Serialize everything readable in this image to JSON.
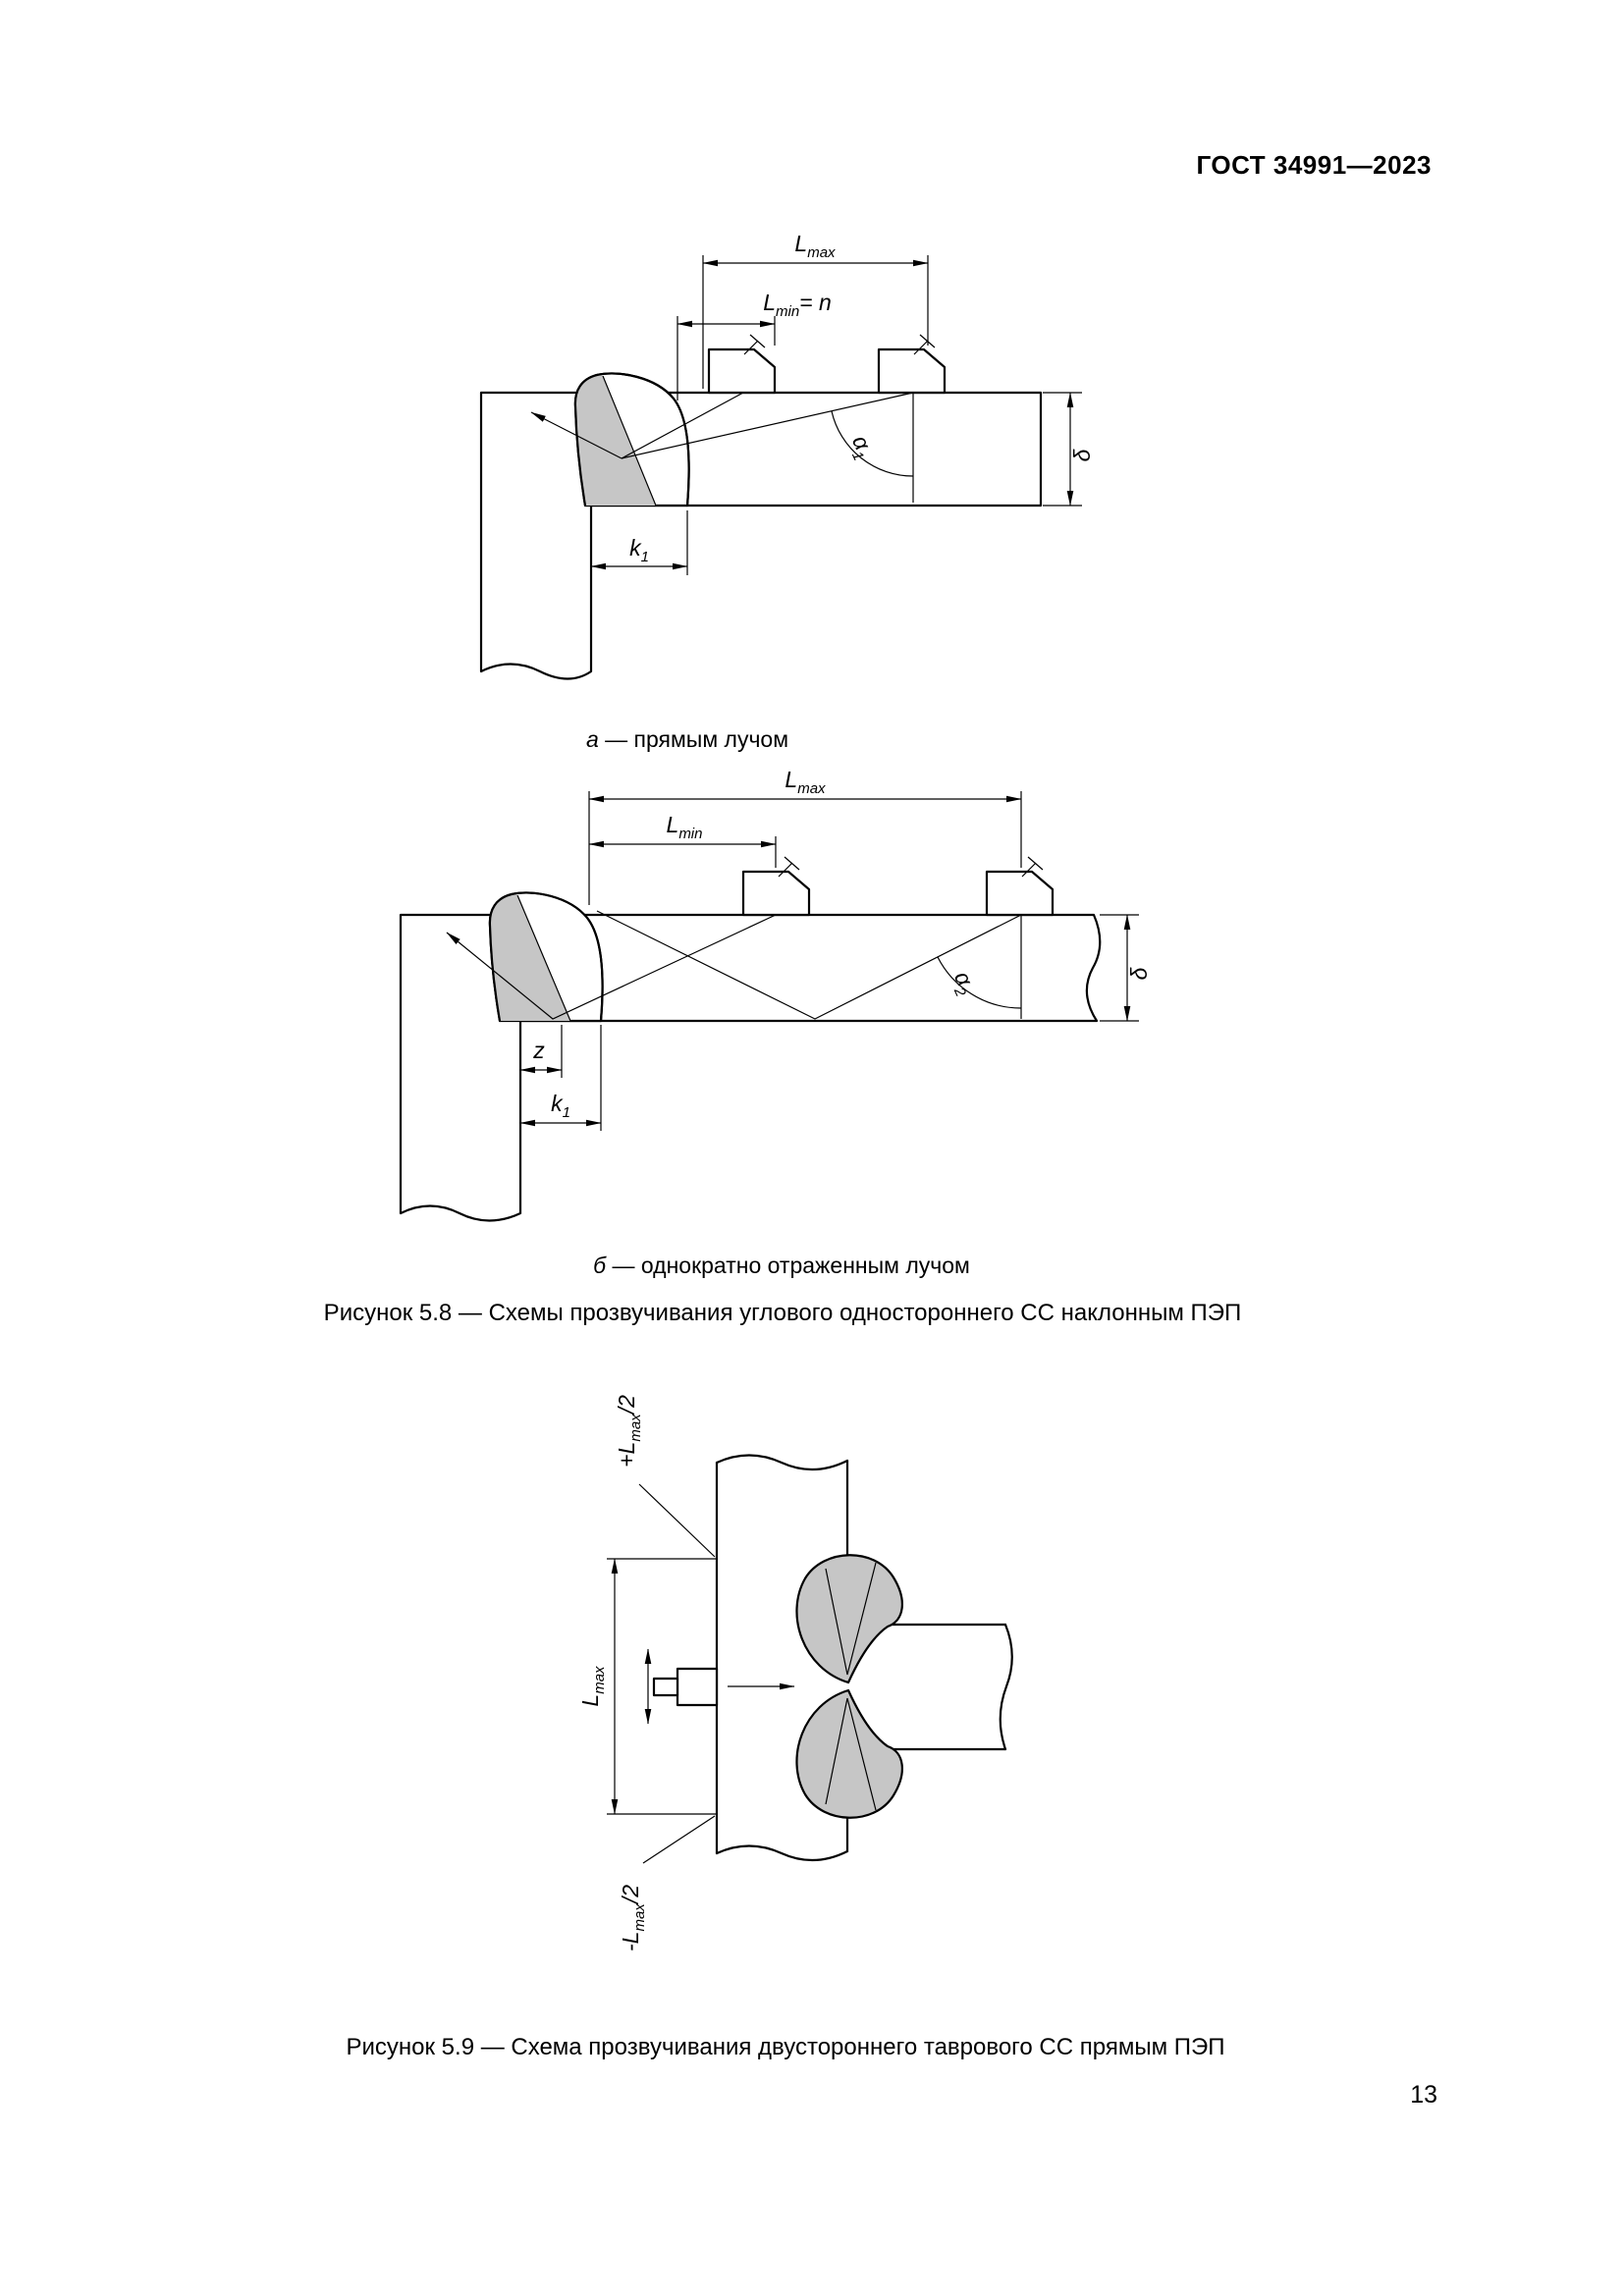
{
  "page": {
    "header": "ГОСТ 34991—2023",
    "page_number": "13"
  },
  "colors": {
    "weld_shading": "#c6c6c6",
    "line": "#000000"
  },
  "figure_5_8": {
    "caption": "Рисунок 5.8 — Схемы прозвучивания углового одностороннего СС наклонным ПЭП",
    "view_a": {
      "caption_letter": "а",
      "caption_text": " — прямым лучом",
      "dims": {
        "lmax_base": "L",
        "lmax_sub": "max",
        "lmin_base": "L",
        "lmin_sub": "min",
        "lmin_eq": "= ",
        "lmin_n": "n",
        "alpha_base": "α",
        "alpha_sub": "1",
        "delta": "δ",
        "k_base": "k",
        "k_sub": "1"
      }
    },
    "view_b": {
      "caption_letter": "б",
      "caption_text": " — однократно отраженным лучом",
      "dims": {
        "lmax_base": "L",
        "lmax_sub": "max",
        "lmin_base": "L",
        "lmin_sub": "min",
        "alpha_base": "α",
        "alpha_sub": "2",
        "delta": "δ",
        "z": "z",
        "k_base": "k",
        "k_sub": "1"
      }
    }
  },
  "figure_5_9": {
    "caption": "Рисунок 5.9 — Схема прозвучивания двустороннего таврового СС прямым ПЭП",
    "dims": {
      "top_prefix": "+",
      "top_base": "L",
      "top_sub": "max",
      "top_suffix": "/2",
      "mid_base": "L",
      "mid_sub": "max",
      "bot_prefix": "-",
      "bot_base": "L",
      "bot_sub": "max",
      "bot_suffix": "/2"
    }
  }
}
